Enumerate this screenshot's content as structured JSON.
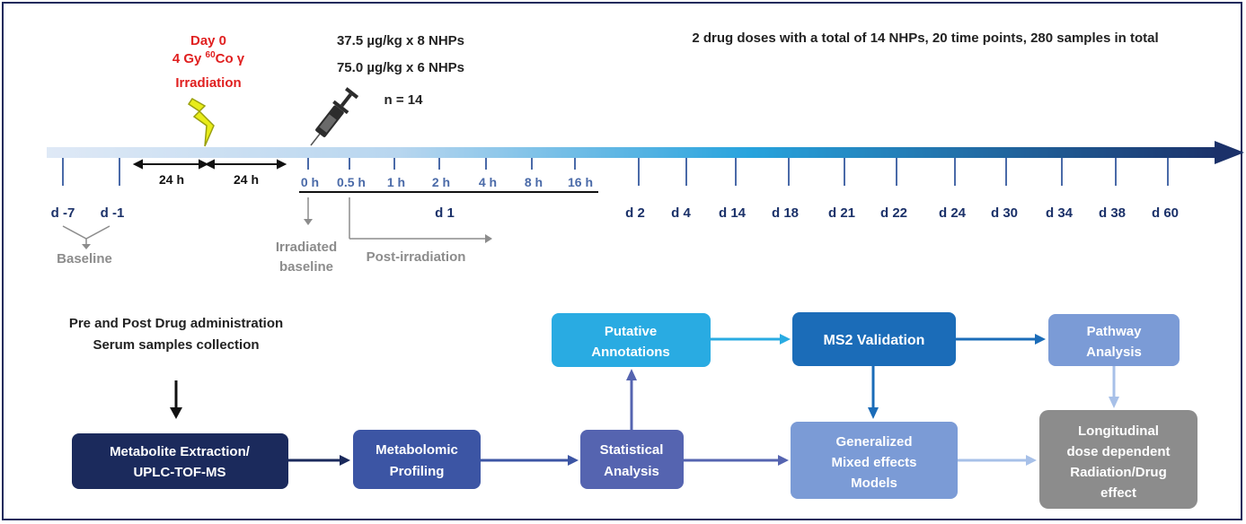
{
  "timeline": {
    "event_day": "Day 0",
    "event_dose_prefix": "4 Gy ",
    "event_isotope_mass": "60",
    "event_isotope_suffix": "Co γ",
    "event_label": "Irradiation",
    "dosing": [
      "37.5 µg/kg x 8 NHPs",
      "75.0 µg/kg x 6 NHPs"
    ],
    "n_label": "n = 14",
    "summary": "2 drug doses with a total of 14 NHPs, 20 time points, 280 samples in total",
    "interval_labels": [
      "24 h",
      "24 h"
    ],
    "pre_days": [
      "d -7",
      "d -1"
    ],
    "hours": [
      "0 h",
      "0.5 h",
      "1 h",
      "2 h",
      "4 h",
      "8 h",
      "16 h"
    ],
    "day1_label": "d 1",
    "later_days": [
      "d 2",
      "d 4",
      "d 14",
      "d 18",
      "d 21",
      "d 22",
      "d 24",
      "d 30",
      "d 34",
      "d 38",
      "d 60"
    ],
    "baseline_label": "Baseline",
    "irradiated_baseline": [
      "Irradiated",
      "baseline"
    ],
    "post_irradiation_label": "Post-irradiation"
  },
  "workflow": {
    "collection_text": [
      "Pre and Post Drug administration",
      "Serum samples collection"
    ],
    "boxes": {
      "extraction": [
        "Metabolite Extraction/",
        "UPLC-TOF-MS"
      ],
      "profiling": [
        "Metabolomic",
        "Profiling"
      ],
      "statistical": [
        "Statistical",
        "Analysis"
      ],
      "putative": [
        "Putative",
        "Annotations"
      ],
      "ms2": [
        "MS2 Validation"
      ],
      "glmm": [
        "Generalized",
        "Mixed effects",
        "Models"
      ],
      "pathway": [
        "Pathway",
        "Analysis"
      ],
      "longitudinal": [
        "Longitudinal",
        "dose dependent",
        "Radiation/Drug",
        "effect"
      ]
    }
  },
  "colors": {
    "frame": "#1b2a5c",
    "irradiation_text": "#e02020",
    "tick_blue": "#4a6aa8",
    "baseline_gray": "#8c8c8c",
    "timeline_start": "#dfe9f6",
    "timeline_mid": "#27a3dd",
    "timeline_end": "#1b3169",
    "extraction_box": "#1b2a5c",
    "profiling_box": "#3c55a4",
    "statistical_box": "#5564b0",
    "putative_box": "#29abe2",
    "ms2_box": "#1b6cb8",
    "glmm_box": "#7b9bd6",
    "pathway_box": "#7b9bd6",
    "longitudinal_box": "#8c8c8c"
  },
  "icons": [
    "lightning-bolt-icon",
    "syringe-icon"
  ]
}
